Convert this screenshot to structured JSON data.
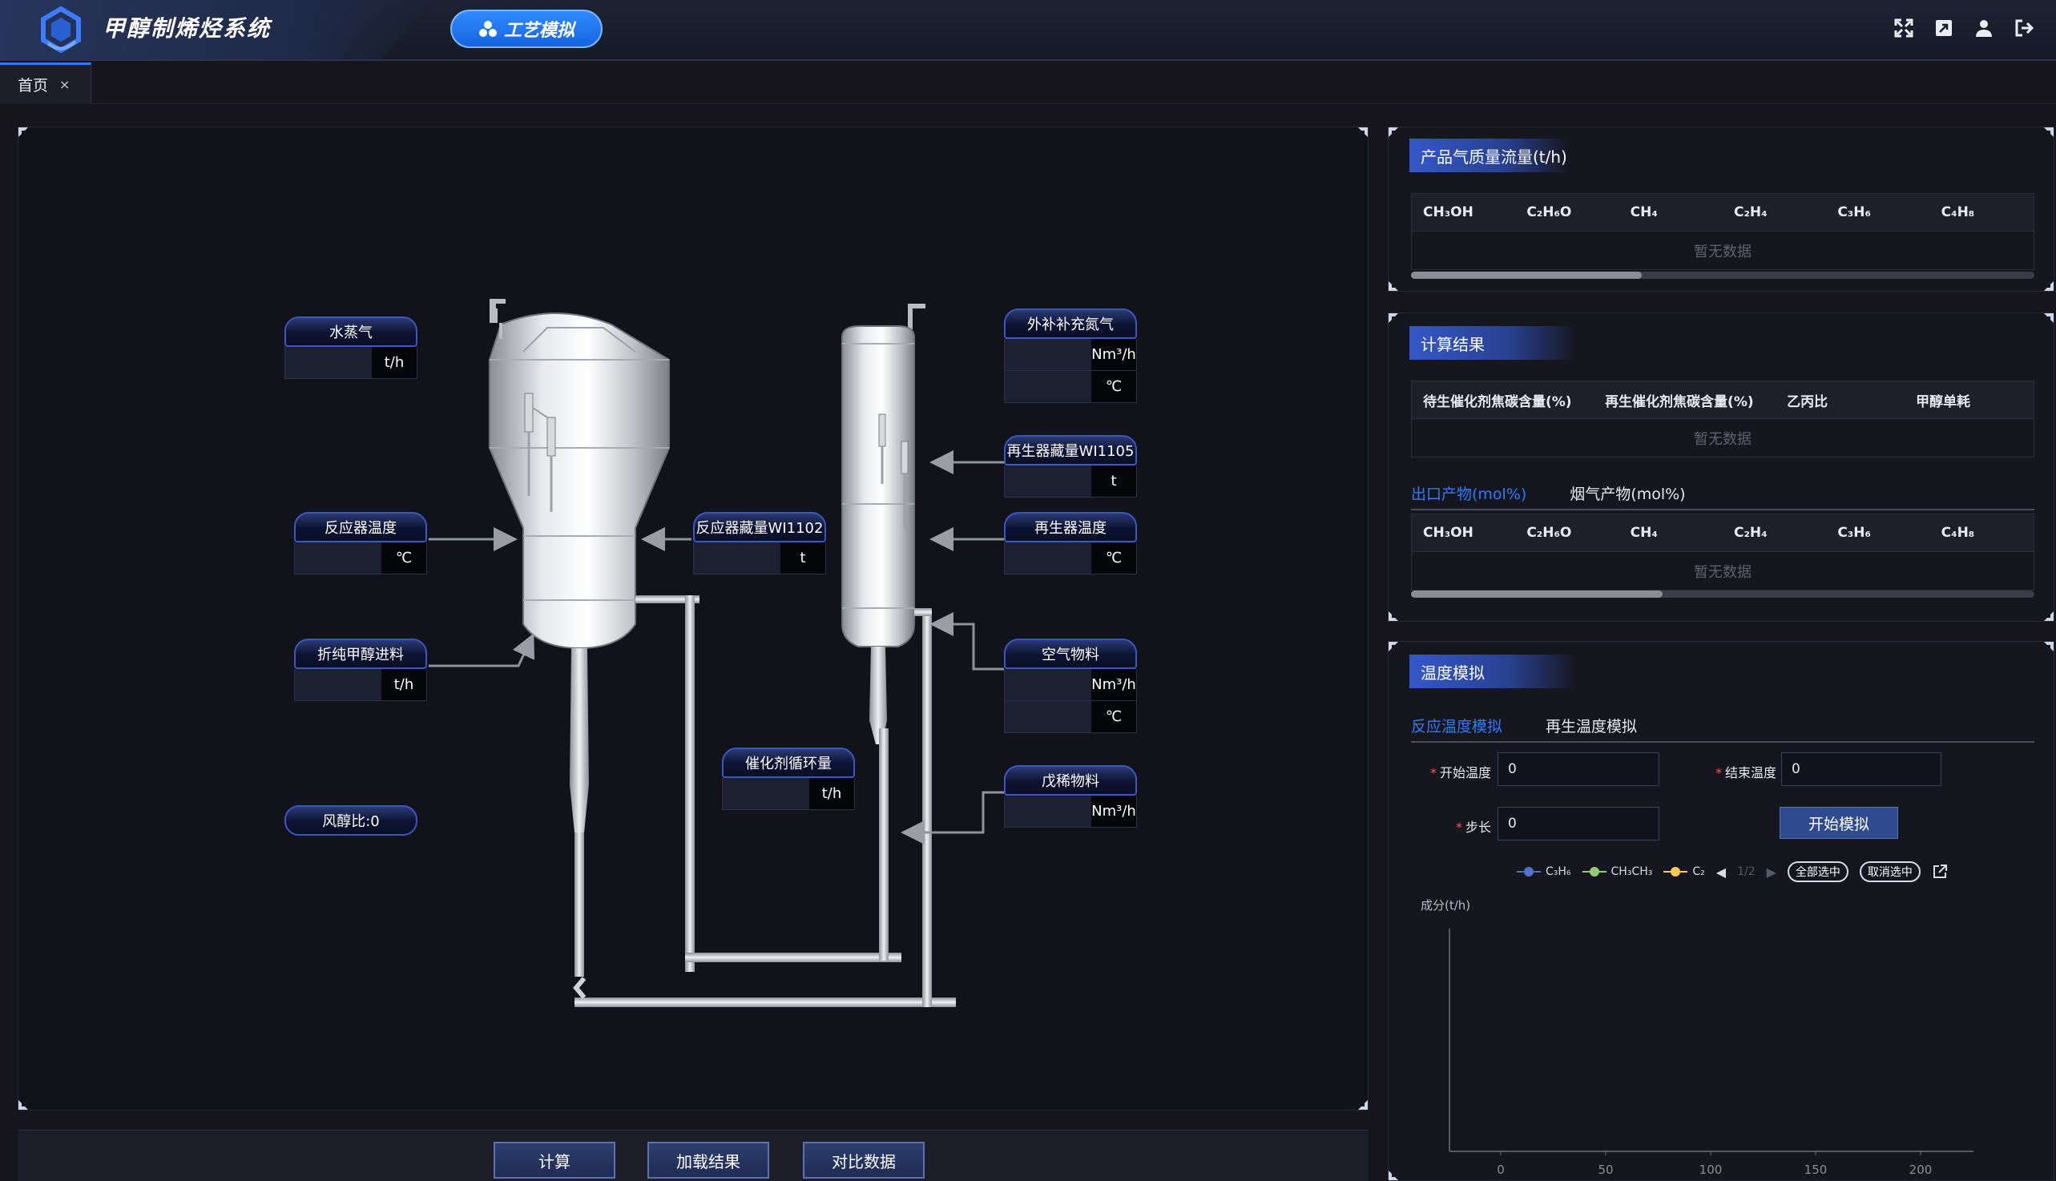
{
  "header": {
    "title": "甲醇制烯烃系统",
    "mode_button": "工艺模拟",
    "icons": [
      "fullscreen-icon",
      "send-icon",
      "user-icon",
      "logout-icon"
    ]
  },
  "tabs": [
    {
      "label": "首页",
      "close": "×"
    }
  ],
  "process": {
    "instruments": {
      "steam": {
        "label": "水蒸气",
        "unit": "t/h"
      },
      "reactor_temp": {
        "label": "反应器温度",
        "unit": "℃"
      },
      "methanol_feed": {
        "label": "折纯甲醇进料",
        "unit": "t/h"
      },
      "air_methanol_ratio": {
        "label": "风醇比:0"
      },
      "reactor_inventory": {
        "label": "反应器藏量WI1102",
        "unit": "t"
      },
      "catalyst_circulation": {
        "label": "催化剂循环量",
        "unit": "t/h"
      },
      "nitrogen_makeup": {
        "label": "外补补充氮气",
        "unit1": "Nm³/h",
        "unit2": "℃"
      },
      "regen_inventory": {
        "label": "再生器藏量WI1105",
        "unit": "t"
      },
      "regen_temp": {
        "label": "再生器温度",
        "unit": "℃"
      },
      "air_feed": {
        "label": "空气物料",
        "unit1": "Nm³/h",
        "unit2": "℃"
      },
      "butene_feed": {
        "label": "戊稀物料",
        "unit": "Nm³/h"
      }
    }
  },
  "actions": {
    "calculate": "计算",
    "load_results": "加载结果",
    "compare": "对比数据"
  },
  "product_gas": {
    "title": "产品气质量流量(t/h)",
    "columns": [
      "CH₃OH",
      "C₂H₆O",
      "CH₄",
      "C₂H₄",
      "C₃H₆",
      "C₄H₈"
    ],
    "empty": "暂无数据"
  },
  "calc_results": {
    "title": "计算结果",
    "columns": [
      "待生催化剂焦碳含量(%)",
      "再生催化剂焦碳含量(%)",
      "乙丙比",
      "甲醇单耗"
    ],
    "empty": "暂无数据",
    "subtabs": [
      "出口产物(mol%)",
      "烟气产物(mol%)"
    ],
    "product_columns": [
      "CH₃OH",
      "C₂H₆O",
      "CH₄",
      "C₂H₄",
      "C₃H₆",
      "C₄H₈"
    ],
    "product_empty": "暂无数据"
  },
  "temp_sim": {
    "title": "温度模拟",
    "subtabs": [
      "反应温度模拟",
      "再生温度模拟"
    ],
    "start_label": "开始温度",
    "start_value": "0",
    "end_label": "结束温度",
    "end_value": "0",
    "step_label": "步长",
    "step_value": "0",
    "run_button": "开始模拟",
    "select_all": "全部选中",
    "deselect": "取消选中",
    "page": "1/2",
    "legend": [
      {
        "name": "C₃H₆",
        "color": "#5470c6"
      },
      {
        "name": "CH₃CH₃",
        "color": "#91cc75"
      },
      {
        "name": "C₂",
        "color": "#fac858"
      }
    ]
  },
  "chart_data": {
    "type": "line",
    "title": "",
    "xlabel": "",
    "ylabel": "成分(t/h)",
    "x_ticks": [
      "0",
      "50",
      "100",
      "150",
      "200"
    ],
    "xlim": [
      0,
      200
    ],
    "series": [
      {
        "name": "C₃H₆",
        "values": []
      },
      {
        "name": "CH₃CH₃",
        "values": []
      },
      {
        "name": "C₂",
        "values": []
      }
    ],
    "legend": "top"
  }
}
